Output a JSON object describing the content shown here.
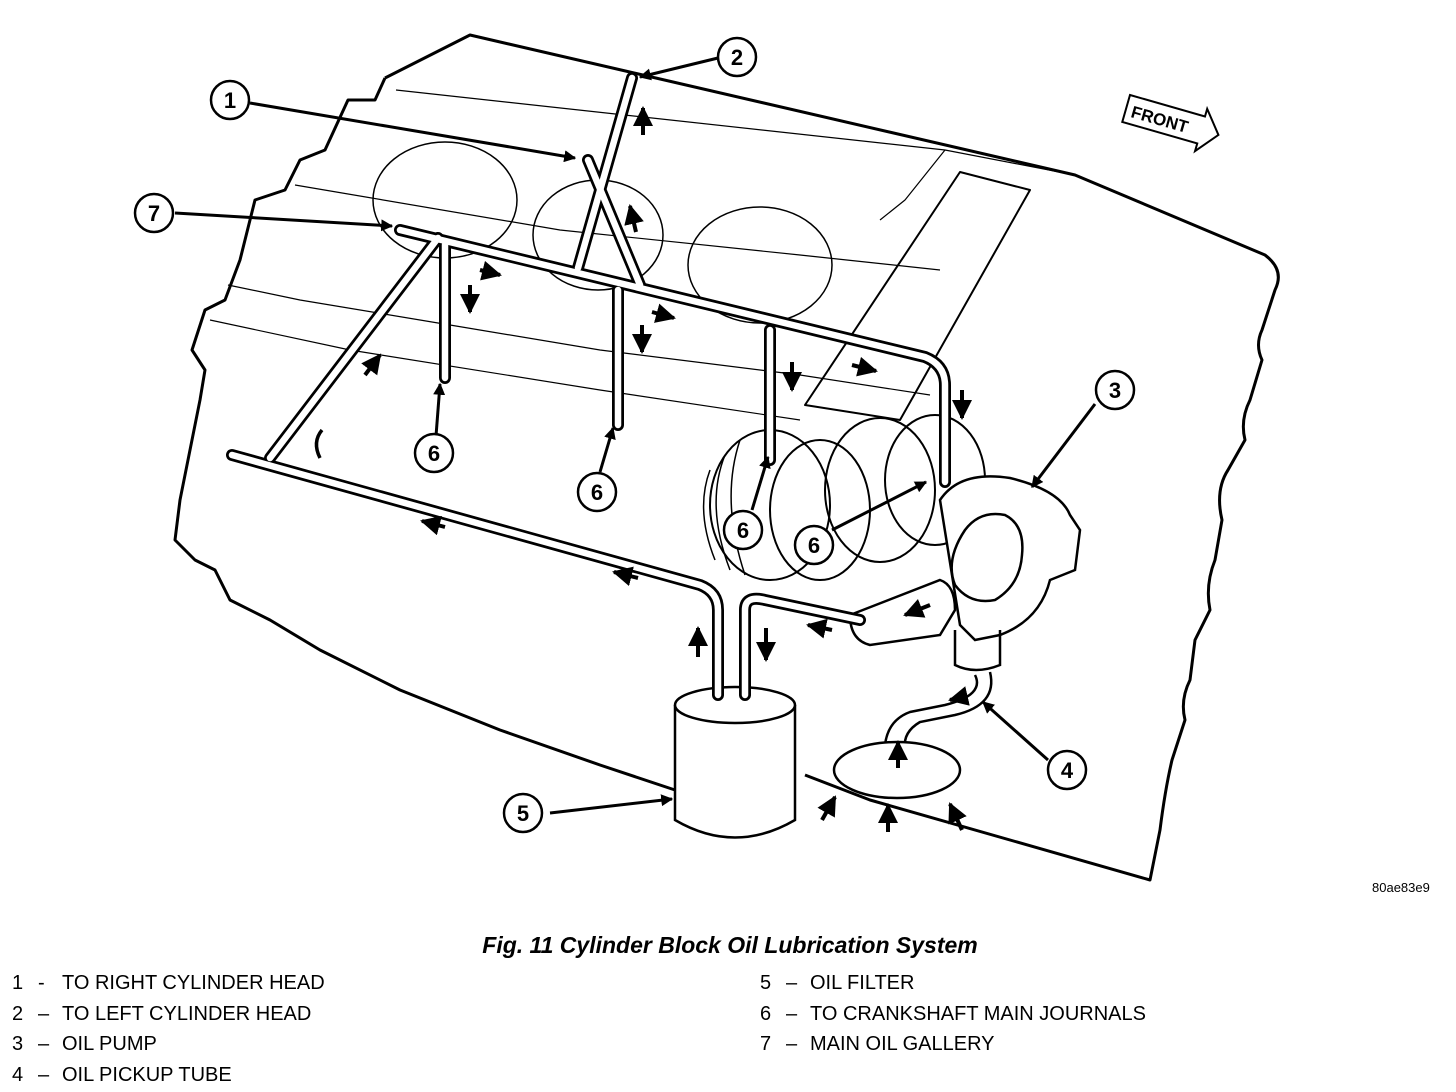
{
  "diagram": {
    "front_label": "FRONT",
    "image_code": "80ae83e9",
    "callouts": [
      "1",
      "2",
      "3",
      "4",
      "5",
      "6",
      "7"
    ]
  },
  "caption": "Fig. 11 Cylinder Block Oil Lubrication System",
  "legend": [
    {
      "num": "1",
      "sep": "-",
      "text": "TO RIGHT CYLINDER HEAD"
    },
    {
      "num": "2",
      "sep": "–",
      "text": "TO LEFT CYLINDER HEAD"
    },
    {
      "num": "3",
      "sep": "–",
      "text": "OIL PUMP"
    },
    {
      "num": "4",
      "sep": "–",
      "text": "OIL PICKUP TUBE"
    },
    {
      "num": "5",
      "sep": "–",
      "text": "OIL FILTER"
    },
    {
      "num": "6",
      "sep": "–",
      "text": "TO CRANKSHAFT MAIN JOURNALS"
    },
    {
      "num": "7",
      "sep": "–",
      "text": "MAIN OIL GALLERY"
    }
  ]
}
